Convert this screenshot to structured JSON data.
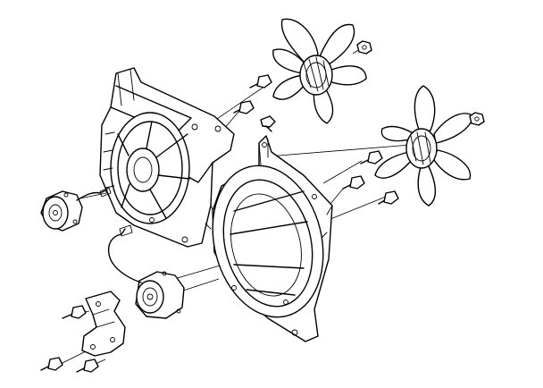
{
  "diagram": {
    "type": "exploded-parts-view",
    "style": "black line art on white",
    "colors": {
      "line": "#000000",
      "background": "#ffffff"
    },
    "parts": [
      "fan-blade-upper",
      "fan-blade-right",
      "fan-shroud-rear",
      "fan-shroud-front",
      "fan-motor-left",
      "fan-motor-lower",
      "mounting-bracket",
      "bolts",
      "nuts"
    ]
  }
}
